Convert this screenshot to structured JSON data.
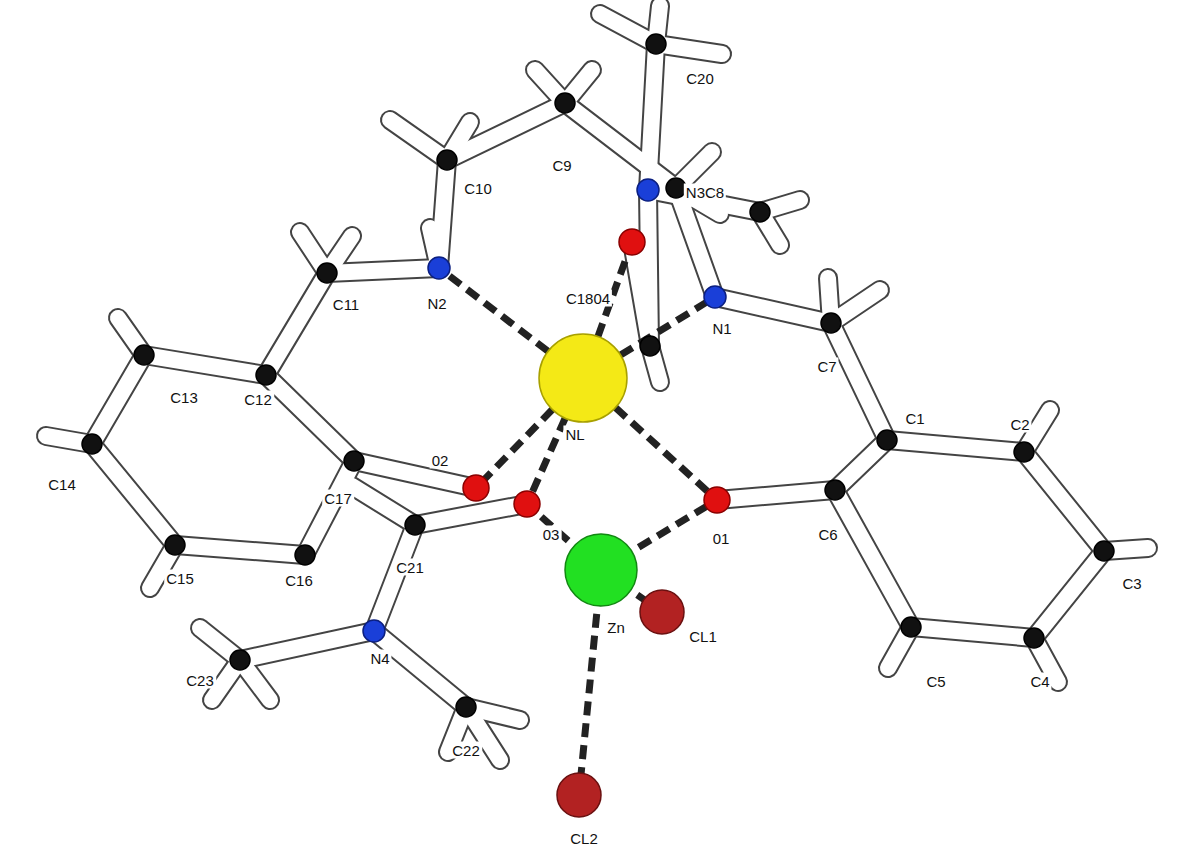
{
  "diagram": {
    "labels": [
      "C20",
      "C9",
      "C10",
      "N3C8",
      "C1804",
      "N2",
      "C11",
      "N1",
      "C7",
      "C13",
      "C12",
      "C1",
      "C2",
      "C14",
      "C17",
      "02",
      "NL",
      "03",
      "01",
      "C6",
      "C3",
      "C21",
      "C15",
      "C16",
      "Zn",
      "CL1",
      "N4",
      "C5",
      "C4",
      "C23",
      "C22",
      "CL2"
    ]
  }
}
